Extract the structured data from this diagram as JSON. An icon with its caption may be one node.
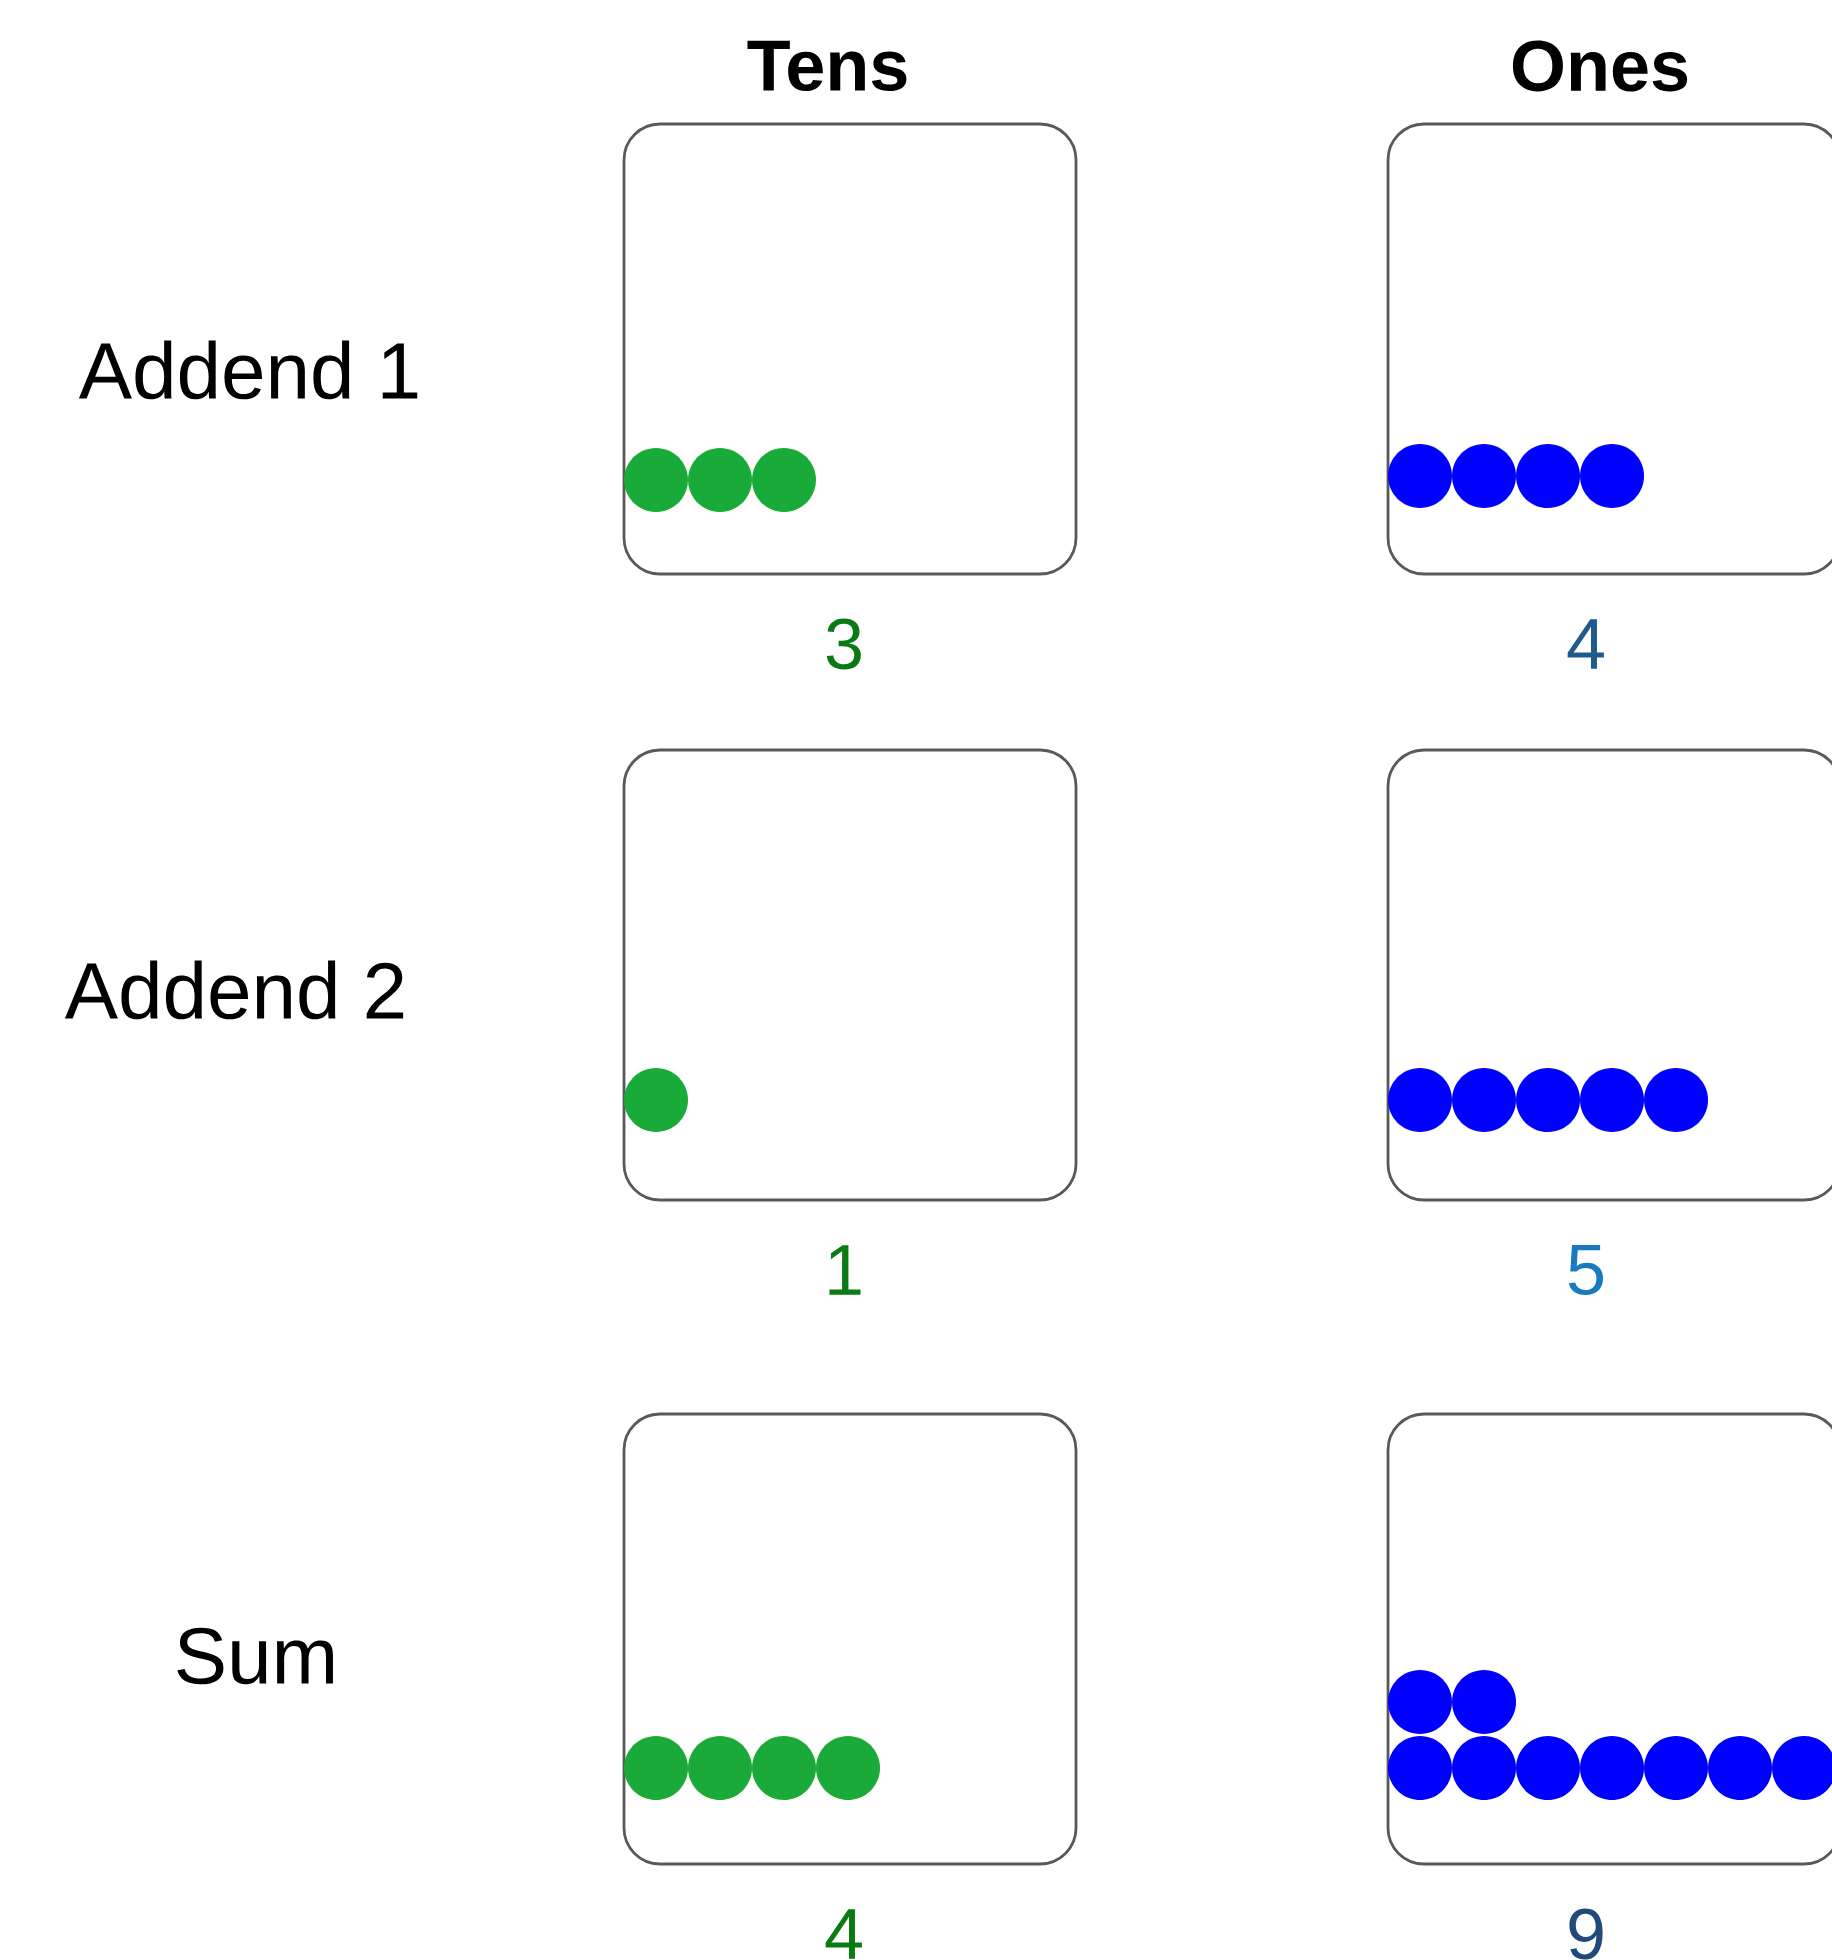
{
  "diagram": {
    "nodes": [
      {
        "text": [],
        "shape": "box",
        "beside": [
          "3"
        ]
      },
      {
        "text": [],
        "shape": "box",
        "beside": [
          "4"
        ]
      },
      {
        "text": [],
        "shape": "box",
        "beside": [
          "1"
        ]
      },
      {
        "text": [],
        "shape": "box",
        "beside": [
          "5"
        ]
      },
      {
        "text": [],
        "shape": "box",
        "beside": [
          "4"
        ]
      },
      {
        "text": [],
        "shape": "box",
        "beside": [
          "9"
        ]
      }
    ],
    "labels": [
      "Tens",
      "Ones",
      "Addend 1",
      "Addend 2",
      "Sum"
    ]
  }
}
